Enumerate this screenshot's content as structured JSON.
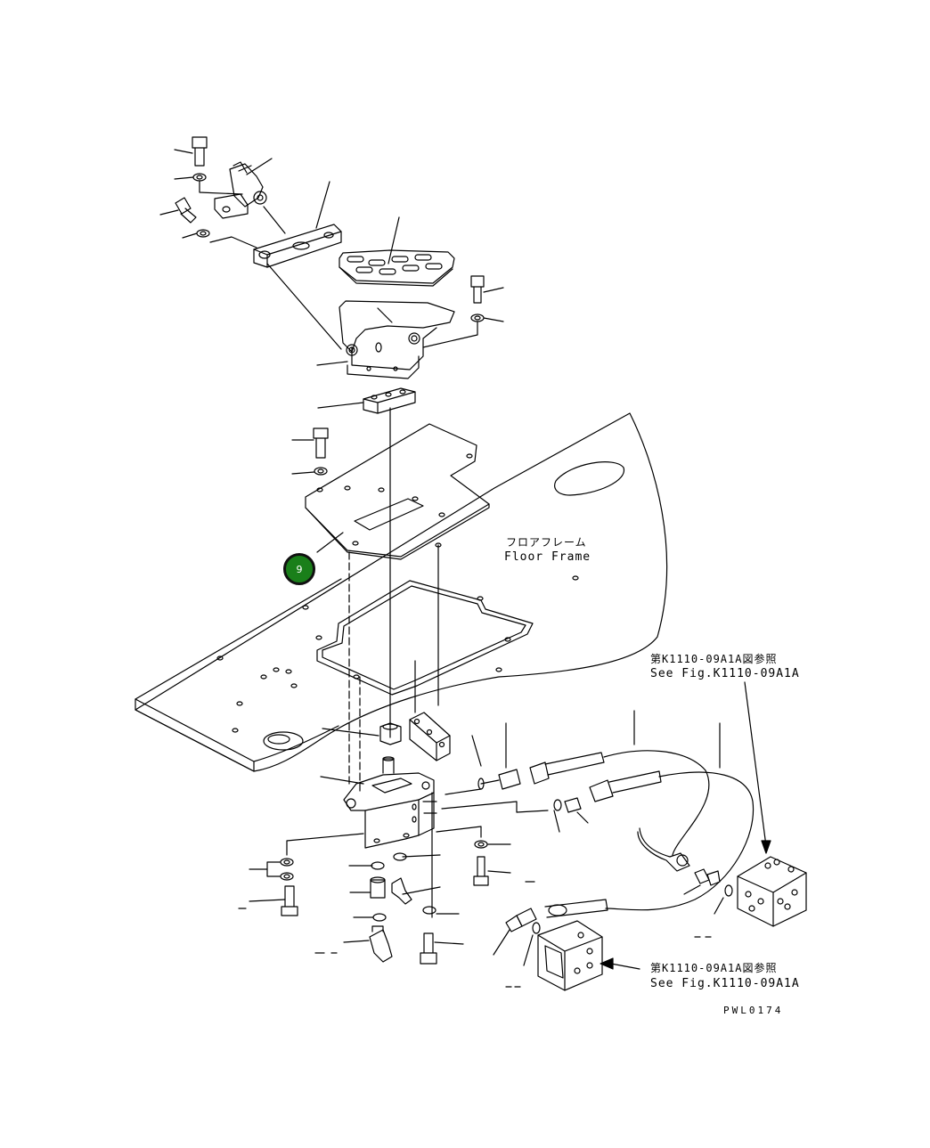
{
  "floor_label": {
    "jp": "フロアフレーム",
    "en": "Floor Frame"
  },
  "refs": [
    {
      "jp": "第K1110-09A1A図参照",
      "en": "See Fig.K1110-09A1A"
    },
    {
      "jp": "第K1110-09A1A図参照",
      "en": "See Fig.K1110-09A1A"
    }
  ],
  "drawing_code": "PWL0174",
  "marker": {
    "label": "9",
    "color": "#1a7f1a"
  }
}
